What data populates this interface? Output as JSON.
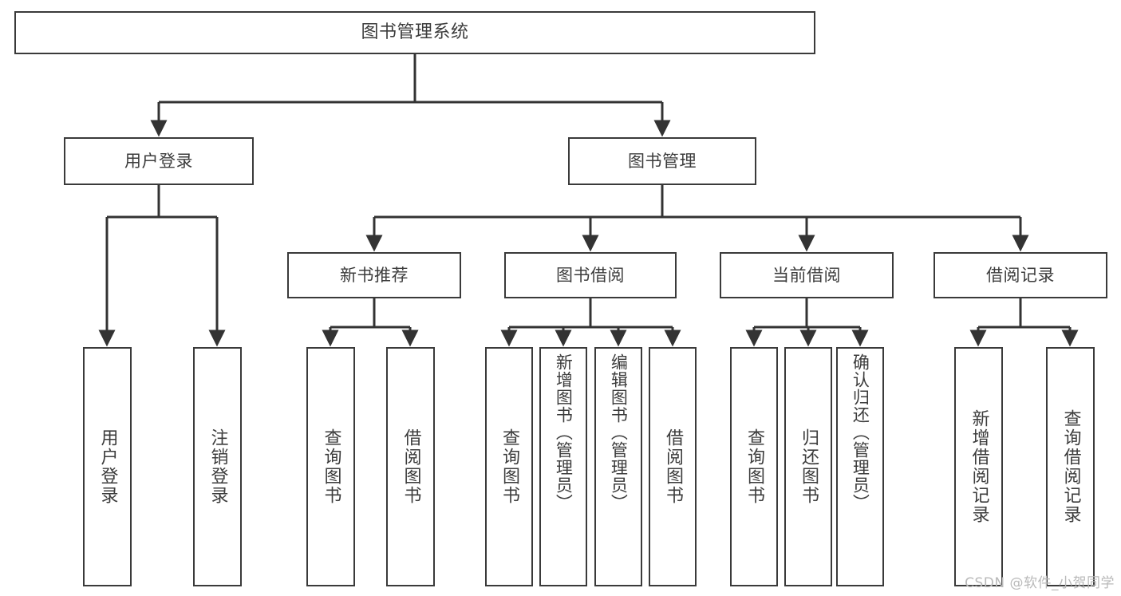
{
  "diagram": {
    "type": "tree",
    "title": "图书管理系统",
    "orientation": "top-down",
    "colors": {
      "box_border": "#3a3a3a",
      "box_fill": "#ffffff",
      "connector": "#333333",
      "text": "#3c3c3c",
      "watermark": "#b9b9b9",
      "background": "#ffffff"
    },
    "levels": {
      "root": "图书管理系统",
      "level2": [
        "用户登录",
        "图书管理"
      ],
      "level3": [
        "新书推荐",
        "图书借阅",
        "当前借阅",
        "借阅记录"
      ],
      "level4": [
        "用户登录",
        "注销登录",
        "查询图书",
        "借阅图书",
        "查询图书",
        "新增图书（管理员）",
        "编辑图书（管理员）",
        "借阅图书",
        "查询图书",
        "归还图书",
        "确认归还（管理员）",
        "新增借阅记录",
        "查询借阅记录"
      ]
    }
  },
  "root": {
    "label": "图书管理系统"
  },
  "branches": {
    "user": {
      "label": "用户登录",
      "children": [
        {
          "label": "用户登录"
        },
        {
          "label": "注销登录"
        }
      ]
    },
    "book": {
      "label": "图书管理",
      "children": [
        {
          "label": "新书推荐",
          "children": [
            {
              "label": "查询图书"
            },
            {
              "label": "借阅图书"
            }
          ]
        },
        {
          "label": "图书借阅",
          "children": [
            {
              "label": "查询图书"
            },
            {
              "label": "新增图书（管理员）"
            },
            {
              "label": "编辑图书（管理员）"
            },
            {
              "label": "借阅图书"
            }
          ]
        },
        {
          "label": "当前借阅",
          "children": [
            {
              "label": "查询图书"
            },
            {
              "label": "归还图书"
            },
            {
              "label": "确认归还（管理员）"
            }
          ]
        },
        {
          "label": "借阅记录",
          "children": [
            {
              "label": "新增借阅记录"
            },
            {
              "label": "查询借阅记录"
            }
          ]
        }
      ]
    }
  },
  "watermark": {
    "text": "CSDN @软件_小贺同学"
  }
}
